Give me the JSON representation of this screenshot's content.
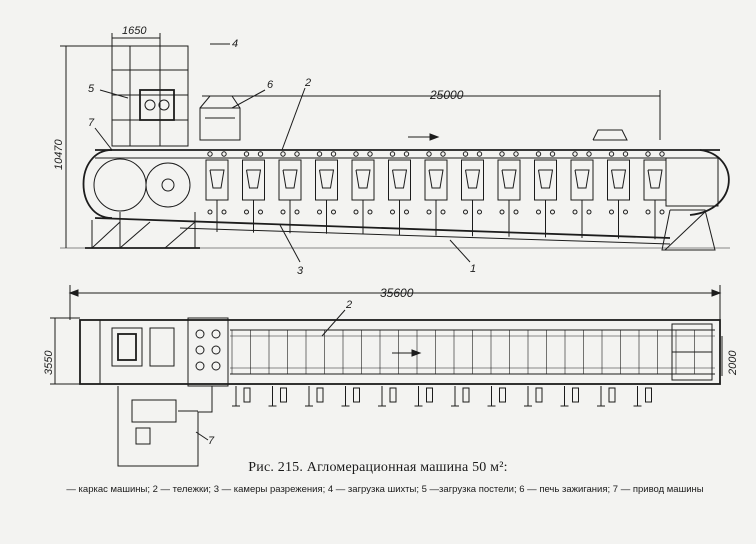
{
  "figure": {
    "caption": "Рис. 215. Агломерационная машина 50 м²:",
    "legend": "— каркас машины; 2 — тележки; 3 — камеры разрежения; 4 — загрузка шихты; 5 —загрузка постели; 6 — печь зажигания; 7 — привод машины"
  },
  "dimensions": {
    "top_width_short": "1650",
    "top_length": "25000",
    "height": "10470",
    "plan_length": "35600",
    "plan_width": "3550",
    "plan_width_inner": "2000"
  },
  "callouts": {
    "c1": "1",
    "c2_side": "2",
    "c2_plan": "2",
    "c3": "3",
    "c4": "4",
    "c5": "5",
    "c6": "6",
    "c7_side": "7",
    "c7_plan": "7"
  }
}
